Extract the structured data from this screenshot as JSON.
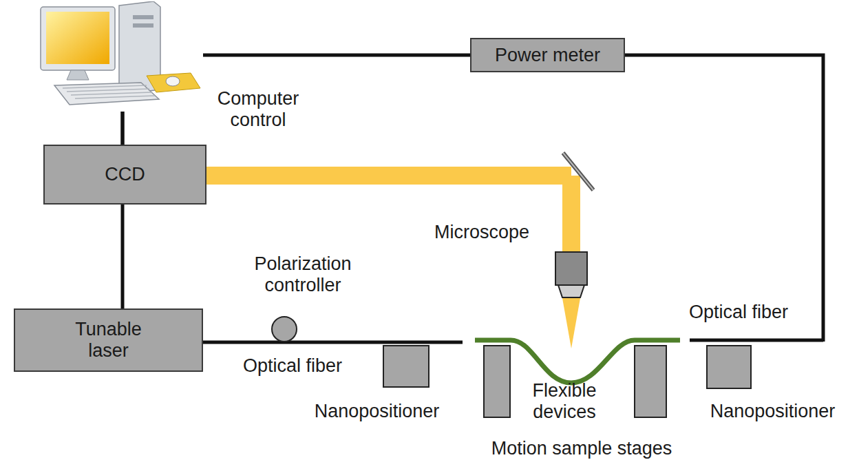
{
  "diagram": {
    "nodes": [
      {
        "text": [
          "Computer control"
        ]
      },
      {
        "text": [
          "Power meter"
        ]
      },
      {
        "text": [
          "CCD"
        ]
      },
      {
        "text": [
          "Tunable laser"
        ]
      }
    ],
    "edges": [
      {
        "from": 0,
        "to": 1,
        "arrow": "none"
      },
      {
        "from": 0,
        "to": 2,
        "arrow": "none"
      },
      {
        "from": 0,
        "to": 3,
        "arrow": "none"
      }
    ],
    "labels": [
      "Microscope",
      "Polarization controller",
      "Optical fiber",
      "Optical fiber",
      "Nanopositioner",
      "Nanopositioner",
      "Flexible devices",
      "Motion sample stages"
    ]
  }
}
